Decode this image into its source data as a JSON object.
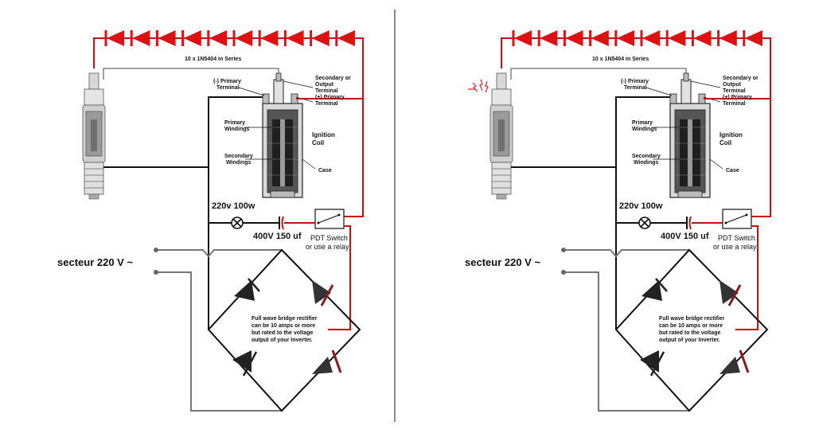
{
  "diagrams": [
    {
      "spark_visible": false,
      "labels": {
        "diode_string": "10 x 1N5404 in Series",
        "neg_primary": "(-) Primary Terminal",
        "secondary_output": "Secondary or Output Terminal",
        "pos_primary": "(+) Primary Terminal",
        "primary_windings": "Primary Windings",
        "ignition_coil": "Ignition Coil",
        "secondary_windings": "Secondary Windings",
        "case": "Case",
        "lamp": "220v 100w",
        "capacitor": "400V 150 uf",
        "switch_line1": "PDT Switch",
        "switch_line2": "or use a relay",
        "mains": "secteur 220 V  ~",
        "rectifier_note": [
          "Full wave bridge rectifier",
          "can be 10 amps or more",
          "but rated to the voltage",
          "output of your Inverter."
        ]
      }
    },
    {
      "spark_visible": true,
      "labels": {
        "diode_string": "10 x 1N5404 in Series",
        "neg_primary": "(-) Primary Terminal",
        "secondary_output": "Secondary or Output Terminal",
        "pos_primary": "(+) Primary Terminal",
        "primary_windings": "Primary Windings",
        "ignition_coil": "Ignition Coil",
        "secondary_windings": "Secondary Windings",
        "case": "Case",
        "lamp": "220v 100w",
        "capacitor": "400V 150 uf",
        "switch_line1": "PDT Switch",
        "switch_line2": "or use a relay",
        "mains": "secteur 220 V  ~",
        "rectifier_note": [
          "Full wave bridge rectifier",
          "can be 10 amps or more",
          "but rated to the voltage",
          "output of your Inverter."
        ]
      }
    }
  ],
  "colors": {
    "diode_red": "#dd1111",
    "wire_red": "#cc1010",
    "wire_black": "#111111",
    "wire_gray": "#777777",
    "bridge_dark_red": "#8b1a1a"
  }
}
